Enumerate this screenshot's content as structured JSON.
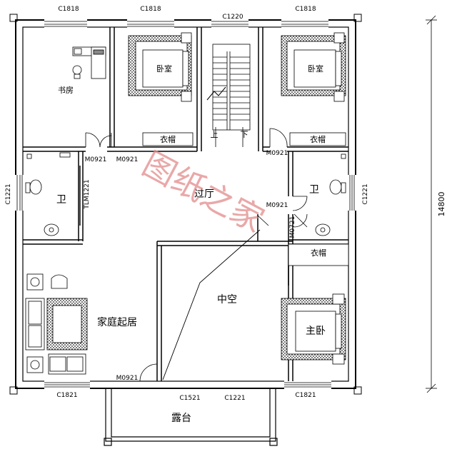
{
  "windows": {
    "top_left": "C1818",
    "top_mid_left": "C1818",
    "top_center": "C1220",
    "top_right": "C1818",
    "left_side": "C1221",
    "right_side": "C1221",
    "bottom_left": "C1821",
    "bottom_mid": "C1521",
    "bottom_center": "C1221",
    "bottom_right": "C1821"
  },
  "doors": {
    "study": "M0921",
    "bedroom_left": "M0921",
    "bedroom_right": "M0921",
    "bath_right": "M0921",
    "bath_right_inner": "M0721",
    "bath_left_sliding": "TLM1221",
    "living": "M0921"
  },
  "rooms": {
    "study": "书房",
    "bedroom_left": "卧室",
    "bedroom_right": "卧室",
    "closet_left": "衣帽",
    "closet_right": "衣帽",
    "closet_master": "衣帽",
    "bath_left": "卫",
    "bath_right": "卫",
    "hall": "过厅",
    "void": "中空",
    "family_room": "家庭起居",
    "master_bedroom": "主卧",
    "terrace": "露台",
    "stair_up": "上",
    "stair_down": "下"
  },
  "dimension": "14800",
  "watermark": "图纸之家"
}
